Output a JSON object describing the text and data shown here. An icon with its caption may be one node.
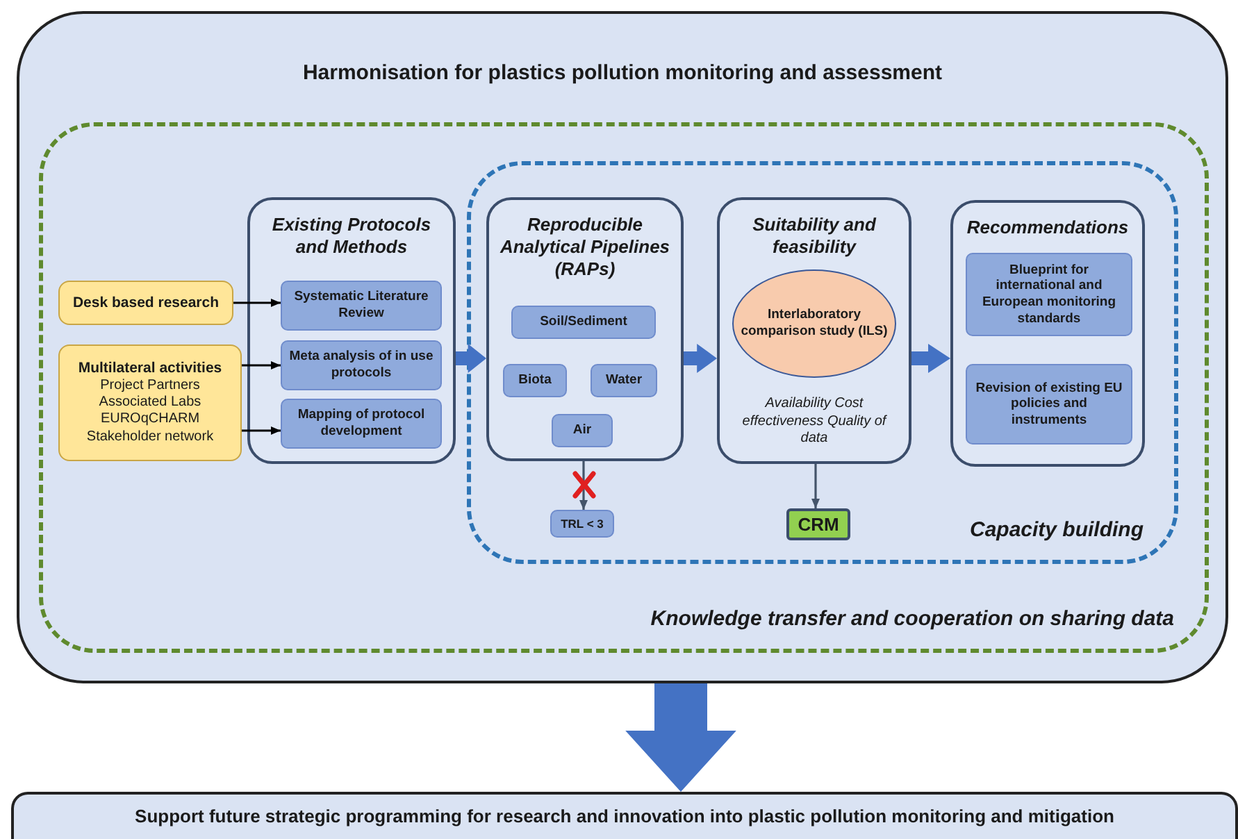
{
  "diagram": {
    "nodes": [
      {
        "text": [
          "Harmonisation for plastics pollution monitoring and assessment"
        ]
      },
      {
        "text": [
          "Knowledge transfer and cooperation on sharing data"
        ],
        "in": 0
      },
      {
        "text": [
          "Desk based research"
        ],
        "in": 1
      },
      {
        "text": [
          "Multilateral activities",
          "Project Partners",
          "Associated Labs",
          "EUROqCHARM",
          "Stakeholder network"
        ],
        "in": 1
      },
      {
        "text": [
          "Existing Protocols and Methods"
        ],
        "in": 1
      },
      {
        "text": [
          "Systematic Literature Review"
        ],
        "in": 4
      },
      {
        "text": [
          "Meta analysis of in use protocols"
        ],
        "in": 4
      },
      {
        "text": [
          "Mapping of protocol development"
        ],
        "in": 4
      },
      {
        "text": [
          "Capacity building"
        ],
        "in": 1
      },
      {
        "text": [
          "Reproducible Analytical Pipelines (RAPs)"
        ],
        "in": 8
      },
      {
        "text": [
          "Soil/Sediment"
        ],
        "in": 9
      },
      {
        "text": [
          "Biota"
        ],
        "in": 9
      },
      {
        "text": [
          "Water"
        ],
        "in": 9
      },
      {
        "text": [
          "Air"
        ],
        "in": 9
      },
      {
        "text": [
          "Suitability and feasibility",
          "Availability Cost effectiveness Quality of data"
        ],
        "in": 8
      },
      {
        "text": [
          "Interlaboratory comparison study (ILS)"
        ],
        "in": 14
      },
      {
        "text": [
          "Recommendations"
        ],
        "in": 8
      },
      {
        "text": [
          "Blueprint for international and European monitoring standards"
        ],
        "in": 16
      },
      {
        "text": [
          "Revision of existing EU policies and instruments"
        ],
        "in": 16
      },
      {
        "text": [
          "TRL < 3"
        ],
        "in": 8
      },
      {
        "text": [
          "CRM"
        ],
        "in": 8
      },
      {
        "text": [
          "Support future strategic programming for research and innovation into plastic pollution monitoring and mitigation"
        ]
      }
    ],
    "edges": [
      {
        "from": 2,
        "to": 5,
        "arrow": "to",
        "color": "#000000"
      },
      {
        "from": 3,
        "to": 6,
        "arrow": "to",
        "color": "#000000"
      },
      {
        "from": 3,
        "to": 7,
        "arrow": "to",
        "color": "#000000"
      },
      {
        "from": 4,
        "to": 9,
        "arrow": "to",
        "style": "thick",
        "color": "#4472c4"
      },
      {
        "from": 9,
        "to": 14,
        "arrow": "to",
        "style": "thick",
        "color": "#4472c4"
      },
      {
        "from": 14,
        "to": 16,
        "arrow": "to",
        "style": "thick",
        "color": "#4472c4"
      },
      {
        "from": 9,
        "to": 19,
        "arrow": "to",
        "color": "#44546a"
      },
      {
        "from": 14,
        "to": 20,
        "arrow": "to",
        "color": "#44546a"
      },
      {
        "from": 0,
        "to": 21,
        "arrow": "to",
        "style": "thick",
        "color": "#4472c4"
      }
    ]
  }
}
